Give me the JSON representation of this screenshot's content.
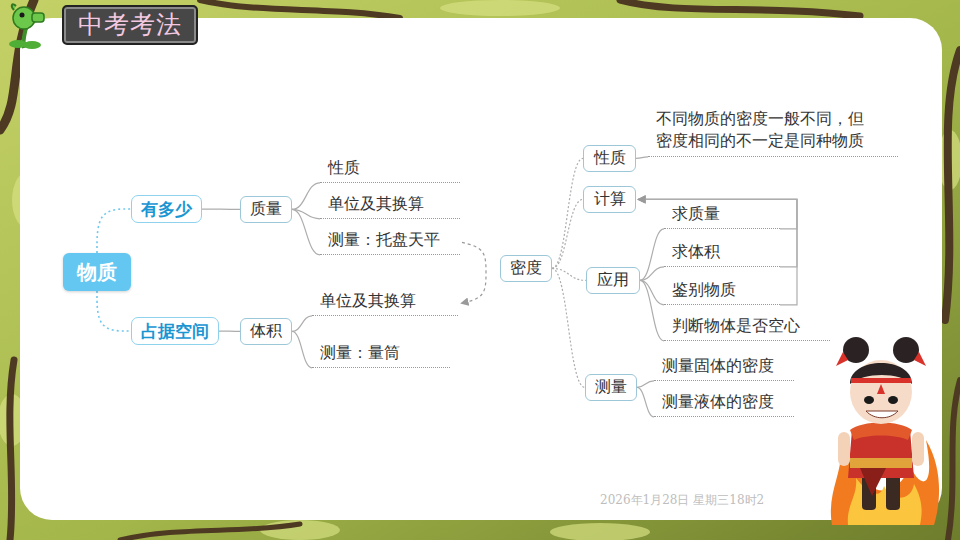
{
  "diagram": {
    "title": "中考考法",
    "nodes": [
      {
        "text": [
          "物质"
        ]
      },
      {
        "text": [
          "有多少"
        ]
      },
      {
        "text": [
          "质量"
        ]
      },
      {
        "text": [
          "性质"
        ]
      },
      {
        "text": [
          "单位及其换算"
        ]
      },
      {
        "text": [
          "测量：托盘天平"
        ]
      },
      {
        "text": [
          "占据空间"
        ]
      },
      {
        "text": [
          "体积"
        ]
      },
      {
        "text": [
          "单位及其换算"
        ]
      },
      {
        "text": [
          "测量：量筒"
        ]
      },
      {
        "text": [
          "密度"
        ]
      },
      {
        "text": [
          "性质"
        ]
      },
      {
        "text": [
          "不同物质的密度一般不同，但 密度相同的不一定是同种物质"
        ]
      },
      {
        "text": [
          "计算"
        ]
      },
      {
        "text": [
          "应用"
        ]
      },
      {
        "text": [
          "求质量"
        ]
      },
      {
        "text": [
          "求体积"
        ]
      },
      {
        "text": [
          "鉴别物质"
        ]
      },
      {
        "text": [
          "判断物体是否空心"
        ]
      },
      {
        "text": [
          "测量"
        ]
      },
      {
        "text": [
          "测量固体的密度"
        ]
      },
      {
        "text": [
          "测量液体的密度"
        ]
      }
    ],
    "edges": [
      {
        "from": 0,
        "to": 1,
        "arrow": "none"
      },
      {
        "from": 0,
        "to": 6,
        "arrow": "none"
      },
      {
        "from": 1,
        "to": 2,
        "arrow": "none"
      },
      {
        "from": 2,
        "to": 3,
        "arrow": "none"
      },
      {
        "from": 2,
        "to": 4,
        "arrow": "none"
      },
      {
        "from": 2,
        "to": 5,
        "arrow": "none"
      },
      {
        "from": 6,
        "to": 7,
        "arrow": "none"
      },
      {
        "from": 7,
        "to": 8,
        "arrow": "none"
      },
      {
        "from": 7,
        "to": 9,
        "arrow": "none"
      },
      {
        "from": 5,
        "to": 8,
        "arrow": "to"
      },
      {
        "from": 10,
        "to": 11,
        "arrow": "none"
      },
      {
        "from": 11,
        "to": 12,
        "arrow": "none"
      },
      {
        "from": 10,
        "to": 13,
        "arrow": "none"
      },
      {
        "from": 10,
        "to": 14,
        "arrow": "none"
      },
      {
        "from": 14,
        "to": 15,
        "arrow": "none"
      },
      {
        "from": 14,
        "to": 16,
        "arrow": "none"
      },
      {
        "from": 14,
        "to": 17,
        "arrow": "none"
      },
      {
        "from": 14,
        "to": 18,
        "arrow": "none"
      },
      {
        "from": 15,
        "to": 13,
        "arrow": "to"
      },
      {
        "from": 16,
        "to": 13,
        "arrow": "to"
      },
      {
        "from": 17,
        "to": 13,
        "arrow": "to"
      },
      {
        "from": 10,
        "to": 19,
        "arrow": "none"
      },
      {
        "from": 19,
        "to": 20,
        "arrow": "none"
      },
      {
        "from": 19,
        "to": 21,
        "arrow": "none"
      }
    ],
    "labels": [
      "2026年1月28日 星期三18时2"
    ]
  }
}
